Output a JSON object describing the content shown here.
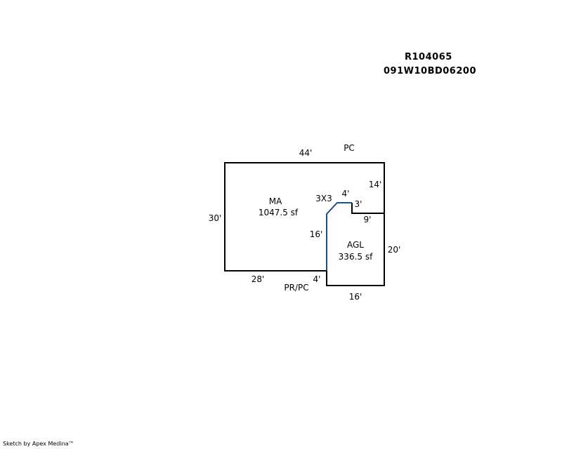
{
  "header": {
    "account_id": "R104065",
    "parcel_id": "091W10BD06200"
  },
  "sketch": {
    "labels": {
      "ma_name": "MA",
      "ma_area": "1047.5 sf",
      "agl_name": "AGL",
      "agl_area": "336.5 sf",
      "pc": "PC",
      "pr_pc": "PR/PC",
      "three_by_three": "3X3"
    },
    "dimensions": {
      "ma_top": "44'",
      "ma_left": "30'",
      "ma_bottom": "28'",
      "ma_right_upper": "14'",
      "notch_top": "4'",
      "notch_right": "3'",
      "notch_bottom": "9'",
      "agl_left": "16'",
      "agl_right": "20'",
      "agl_bottom": "16'",
      "agl_left_bottom": "4'"
    },
    "colors": {
      "outline": "#000000",
      "notch_outline": "#1f4e8c"
    }
  },
  "footer": {
    "credit": "Sketch by Apex Medina™"
  }
}
